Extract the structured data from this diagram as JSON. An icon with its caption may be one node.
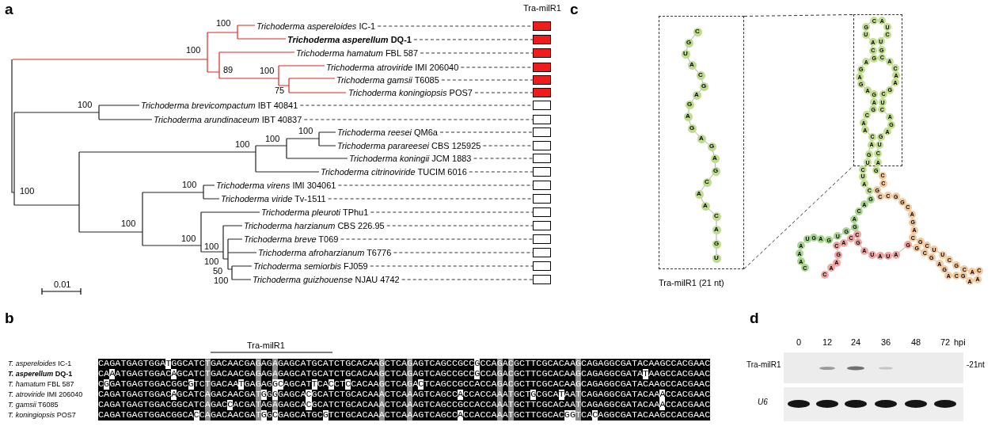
{
  "diagram": {
    "nodes": [
      {
        "text": [
          "*Trichoderma aspereloides* IC-1"
        ]
      },
      {
        "text": [
          "*Trichoderma asperellum* DQ-1"
        ]
      },
      {
        "text": [
          "*Trichoderma hamatum* FBL 587"
        ]
      },
      {
        "text": [
          "*Trichoderma atroviride* IMI 206040"
        ]
      },
      {
        "text": [
          "*Trichoderma gamsii* T6085"
        ]
      },
      {
        "text": [
          "*Trichoderma koningiopsis* POS7"
        ]
      },
      {
        "text": [
          "*Trichoderma brevicompactum* IBT 40841"
        ]
      },
      {
        "text": [
          "*Trichoderma arundinaceum* IBT 40837"
        ]
      },
      {
        "text": [
          "*Trichoderma reesei* QM6a"
        ]
      },
      {
        "text": [
          "*Trichoderma parareesei* CBS 125925"
        ]
      },
      {
        "text": [
          "*Trichoderma koningii* JCM 1883"
        ]
      },
      {
        "text": [
          "*Trichoderma citrinoviride* TUCIM 6016"
        ]
      },
      {
        "text": [
          "*Trichoderma virens* IMI 304061"
        ]
      },
      {
        "text": [
          "*Trichoderma viride* Tv-1511"
        ]
      },
      {
        "text": [
          "*Trichoderma pleuroti* TPhu1"
        ]
      },
      {
        "text": [
          "*Trichoderma harzianum* CBS 226.95"
        ]
      },
      {
        "text": [
          "*Trichoderma breve* T069"
        ]
      },
      {
        "text": [
          "*Trichoderma afroharzianum* T6776"
        ]
      },
      {
        "text": [
          "*Trichoderma semiorbis* FJ059"
        ]
      },
      {
        "text": [
          "*Trichoderma guizhouense* NJAU 4742"
        ]
      },
      {
        "text": [],
        "shape": "box"
      },
      {
        "text": [],
        "shape": "box"
      },
      {
        "text": [],
        "shape": "box"
      },
      {
        "text": [],
        "shape": "box"
      },
      {
        "text": [],
        "shape": "box"
      },
      {
        "text": [],
        "shape": "box"
      },
      {
        "text": [],
        "shape": "box"
      },
      {
        "text": [],
        "shape": "box"
      },
      {
        "text": [],
        "shape": "box"
      },
      {
        "text": [],
        "shape": "box"
      },
      {
        "text": [],
        "shape": "box"
      },
      {
        "text": [],
        "shape": "box"
      },
      {
        "text": [],
        "shape": "box"
      },
      {
        "text": [],
        "shape": "box"
      },
      {
        "text": [],
        "shape": "box"
      },
      {
        "text": [],
        "shape": "box"
      },
      {
        "text": [],
        "shape": "box"
      },
      {
        "text": [],
        "shape": "box"
      },
      {
        "text": [],
        "shape": "box"
      },
      {
        "text": [],
        "shape": "box"
      },
      {
        "text": [
          "Tra-milR1 (21 nt)"
        ]
      },
      {
        "text": [
          "C"
        ],
        "in": 40
      },
      {
        "text": [
          "G"
        ],
        "in": 40
      },
      {
        "text": [
          "U"
        ],
        "in": 40
      },
      {
        "text": [
          "A"
        ],
        "in": 40
      },
      {
        "text": [
          "C"
        ],
        "in": 40
      },
      {
        "text": [
          "G"
        ],
        "in": 40
      },
      {
        "text": [
          "A"
        ],
        "in": 40
      },
      {
        "text": [
          "G"
        ],
        "in": 40
      },
      {
        "text": [
          "A"
        ],
        "in": 40
      },
      {
        "text": [
          "G"
        ],
        "in": 40
      },
      {
        "text": [
          "A"
        ],
        "in": 40
      },
      {
        "text": [
          "G"
        ],
        "in": 40
      },
      {
        "text": [
          "A"
        ],
        "in": 40
      },
      {
        "text": [
          "G"
        ],
        "in": 40
      },
      {
        "text": [
          "C"
        ],
        "in": 40
      },
      {
        "text": [
          "A"
        ],
        "in": 40
      },
      {
        "text": [
          "A"
        ],
        "in": 40
      },
      {
        "text": [
          "C"
        ],
        "in": 40
      },
      {
        "text": [
          "A"
        ],
        "in": 40
      },
      {
        "text": [
          "G"
        ],
        "in": 40
      },
      {
        "text": [
          "U"
        ],
        "in": 40
      },
      {
        "text": [],
        "shape": "box"
      },
      {
        "text": [
          "C"
        ]
      },
      {
        "text": [
          "A"
        ]
      },
      {
        "text": [
          "A"
        ]
      },
      {
        "text": [
          "A"
        ]
      },
      {
        "text": [
          "U"
        ]
      },
      {
        "text": [
          "G"
        ]
      },
      {
        "text": [
          "A"
        ]
      },
      {
        "text": [
          "G"
        ]
      },
      {
        "text": [
          "U"
        ]
      },
      {
        "text": [
          "G"
        ]
      },
      {
        "text": [
          "G"
        ]
      },
      {
        "text": [
          "A"
        ]
      },
      {
        "text": [
          "C"
        ]
      },
      {
        "text": [
          "A"
        ]
      },
      {
        "text": [
          "G"
        ]
      },
      {
        "text": [
          "C"
        ]
      },
      {
        "text": [
          "A"
        ]
      },
      {
        "text": [
          "U"
        ]
      },
      {
        "text": [
          "C"
        ]
      },
      {
        "text": [
          "U"
        ],
        "in": 62
      },
      {
        "text": [
          "G"
        ],
        "in": 62
      },
      {
        "text": [
          "A"
        ],
        "in": 62
      },
      {
        "text": [
          "C"
        ],
        "in": 62
      },
      {
        "text": [
          "A"
        ],
        "in": 62
      },
      {
        "text": [
          "A"
        ],
        "in": 62
      },
      {
        "text": [
          "C"
        ],
        "in": 62
      },
      {
        "text": [
          "G"
        ],
        "in": 62
      },
      {
        "text": [
          "A"
        ],
        "in": 62
      },
      {
        "text": [
          "G"
        ],
        "in": 62
      },
      {
        "text": [
          "A"
        ],
        "in": 62
      },
      {
        "text": [
          "G"
        ],
        "in": 62
      },
      {
        "text": [
          "A"
        ],
        "in": 62
      },
      {
        "text": [
          "G"
        ],
        "in": 62
      },
      {
        "text": [
          "A"
        ],
        "in": 62
      },
      {
        "text": [
          "G"
        ],
        "in": 62
      },
      {
        "text": [
          "C"
        ],
        "in": 62
      },
      {
        "text": [
          "A"
        ],
        "in": 62
      },
      {
        "text": [
          "U"
        ],
        "in": 62
      },
      {
        "text": [
          "G"
        ],
        "in": 62
      },
      {
        "text": [
          "C"
        ],
        "in": 62
      },
      {
        "text": [
          "A"
        ],
        "in": 62
      },
      {
        "text": [
          "U"
        ],
        "in": 62
      },
      {
        "text": [
          "C"
        ],
        "in": 62
      },
      {
        "text": [
          "U"
        ],
        "in": 62
      },
      {
        "text": [
          "G"
        ],
        "in": 62
      },
      {
        "text": [
          "C"
        ],
        "in": 62
      },
      {
        "text": [
          "A"
        ],
        "in": 62
      },
      {
        "text": [
          "C"
        ],
        "in": 62
      },
      {
        "text": [
          "A"
        ],
        "in": 62
      },
      {
        "text": [
          "A"
        ],
        "in": 62
      },
      {
        "text": [
          "G"
        ],
        "in": 62
      },
      {
        "text": [
          "C"
        ],
        "in": 62
      },
      {
        "text": [
          "U"
        ],
        "in": 62
      },
      {
        "text": [
          "C"
        ],
        "in": 62
      },
      {
        "text": [
          "A"
        ],
        "in": 62
      },
      {
        "text": [
          "G"
        ],
        "in": 62
      },
      {
        "text": [
          "A"
        ],
        "in": 62
      },
      {
        "text": [
          "G"
        ],
        "in": 62
      },
      {
        "text": [
          "U"
        ],
        "in": 62
      },
      {
        "text": [
          "C"
        ],
        "in": 62
      },
      {
        "text": [
          "A"
        ],
        "in": 62
      },
      {
        "text": [
          "G"
        ]
      },
      {
        "text": [
          "C"
        ]
      },
      {
        "text": [
          "C"
        ]
      },
      {
        "text": [
          "G"
        ]
      },
      {
        "text": [
          "C"
        ]
      },
      {
        "text": [
          "C"
        ]
      },
      {
        "text": [
          "G"
        ]
      },
      {
        "text": [
          "G"
        ]
      },
      {
        "text": [
          "C"
        ]
      },
      {
        "text": [
          "A"
        ]
      },
      {
        "text": [
          "G"
        ]
      },
      {
        "text": [
          "A"
        ]
      },
      {
        "text": [
          "C"
        ]
      },
      {
        "text": [
          "G"
        ]
      },
      {
        "text": [
          "C"
        ]
      },
      {
        "text": [
          "U"
        ]
      },
      {
        "text": [
          "U"
        ]
      },
      {
        "text": [
          "C"
        ]
      },
      {
        "text": [
          "G"
        ]
      },
      {
        "text": [
          "C"
        ]
      },
      {
        "text": [
          "A"
        ]
      },
      {
        "text": [
          "C"
        ]
      },
      {
        "text": [
          "A"
        ]
      },
      {
        "text": [
          "A"
        ]
      },
      {
        "text": [
          "G"
        ]
      },
      {
        "text": [
          "C"
        ]
      },
      {
        "text": [
          "A"
        ]
      },
      {
        "text": [
          "G"
        ]
      },
      {
        "text": [
          "A"
        ]
      },
      {
        "text": [
          "G"
        ]
      },
      {
        "text": [
          "C"
        ]
      },
      {
        "text": [
          "G"
        ]
      },
      {
        "text": [
          "G"
        ]
      },
      {
        "text": [
          "A"
        ]
      },
      {
        "text": [
          "U"
        ]
      },
      {
        "text": [
          "A"
        ]
      },
      {
        "text": [
          "U"
        ]
      },
      {
        "text": [
          "A"
        ]
      },
      {
        "text": [
          "G"
        ]
      },
      {
        "text": [
          "C"
        ]
      },
      {
        "text": [
          "C"
        ]
      },
      {
        "text": [
          "A"
        ]
      },
      {
        "text": [
          "C"
        ]
      },
      {
        "text": [
          "G"
        ]
      },
      {
        "text": [
          "A"
        ]
      },
      {
        "text": [
          "A"
        ]
      },
      {
        "text": [
          "C"
        ]
      }
    ],
    "edges": [
      {
        "from": 0,
        "to": 20,
        "arrow": "none",
        "style": "dashed"
      },
      {
        "from": 1,
        "to": 21,
        "arrow": "none",
        "style": "dashed"
      },
      {
        "from": 2,
        "to": 22,
        "arrow": "none",
        "style": "dashed"
      },
      {
        "from": 3,
        "to": 23,
        "arrow": "none",
        "style": "dashed"
      },
      {
        "from": 4,
        "to": 24,
        "arrow": "none",
        "style": "dashed"
      },
      {
        "from": 5,
        "to": 25,
        "arrow": "none",
        "style": "dashed"
      },
      {
        "from": 6,
        "to": 26,
        "arrow": "none",
        "style": "dashed"
      },
      {
        "from": 7,
        "to": 27,
        "arrow": "none",
        "style": "dashed"
      },
      {
        "from": 8,
        "to": 28,
        "arrow": "none",
        "style": "dashed"
      },
      {
        "from": 9,
        "to": 29,
        "arrow": "none",
        "style": "dashed"
      },
      {
        "from": 10,
        "to": 30,
        "arrow": "none",
        "style": "dashed"
      },
      {
        "from": 11,
        "to": 31,
        "arrow": "none",
        "style": "dashed"
      },
      {
        "from": 12,
        "to": 32,
        "arrow": "none",
        "style": "dashed"
      },
      {
        "from": 13,
        "to": 33,
        "arrow": "none",
        "style": "dashed"
      },
      {
        "from": 14,
        "to": 34,
        "arrow": "none",
        "style": "dashed"
      },
      {
        "from": 15,
        "to": 35,
        "arrow": "none",
        "style": "dashed"
      },
      {
        "from": 16,
        "to": 36,
        "arrow": "none",
        "style": "dashed"
      },
      {
        "from": 17,
        "to": 37,
        "arrow": "none",
        "style": "dashed"
      },
      {
        "from": 18,
        "to": 38,
        "arrow": "none",
        "style": "dashed"
      },
      {
        "from": 19,
        "to": 39,
        "arrow": "none",
        "style": "dashed"
      },
      {
        "from": 40,
        "to": 62,
        "arrow": "none",
        "style": "dashed"
      },
      {
        "from": 40,
        "to": 62,
        "arrow": "none",
        "style": "dashed"
      }
    ],
    "labels": [
      "a",
      "Tra-milR1",
      "c",
      "100",
      "100",
      "89",
      "100",
      "75",
      "100",
      "100",
      "100",
      "100",
      "100",
      "100",
      "100",
      "100",
      "100",
      "100",
      "50",
      "100",
      "0.01",
      "b",
      "d",
      "Tra-milR1",
      "*T. aspereloides* IC-1",
      "CAGATGAGTGGATGGCATCTGACAACGAGAGAGAGCATGCATCTGCACAAGCTCAGAGTCAGCCGCCGCCAGACGCTTCGCACAAGCAGAGGCGATACAAGCCACGAAC",
      "*T. asperellum* DQ-1",
      "CAAATGAGTGGACAGCATCTGACAACGAGAGAGAGCATGCATCTGCACAAGCTCAGAGTCAGCCGCCGCCAGACGCTTCGCACAAGCAGAGGCGATATAAGCCACGAAC",
      "*T. hamatum* FBL 587",
      "CGGATGAGTGGACGGCGTCTGACAATGAGAGGCAGCATTCACCTCCACAAGCTCAGACTCAGCCGCCACCAGACGCTTCGCACAAGCAGAGGCGATACAAGCCACGAAC",
      "*T. atroviride* IMI 206040",
      "CAGATGAGTGGACAGCATCAGACAACGATGGGGAGCACGCATCTGCACAAACTCAAAGTCAGCCACCACCAAATGCTGCGCATAATCAGAGGCGATACAAACCACGAAC",
      "*T. gamsii* T6085",
      "CAGATGAGTGGACGGCATCAGACCACGATAGAGAGCACGCATCTGCACAAACTCAAAGTCAGCCGCCACCAAATGCTTCGCACAATCAGAGGCGATACAAACCACGAAC",
      "*T. koningiopsis* POS7",
      "CAGATGAGTGGACGGCACCAGACAACGATGGCGAGCATGCGTCTGCACAAACTCAAAGTCAGCCACCACCAAATGCTTCGCACGGTCACAGGCGATACAAGCCACGAAC",
      "0",
      "12",
      "24",
      "36",
      "48",
      "72",
      "hpi",
      "Tra-milR1",
      "-21nt",
      "U6"
    ]
  }
}
